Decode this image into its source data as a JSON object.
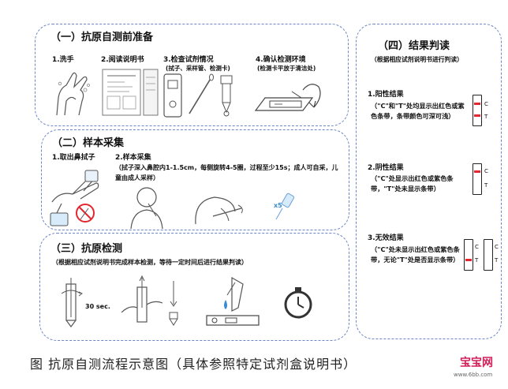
{
  "section1": {
    "title": "（一）抗原自测前准备",
    "steps": [
      {
        "label": "1.洗手",
        "sub": ""
      },
      {
        "label": "2.阅读说明书",
        "sub": ""
      },
      {
        "label": "3.检查试剂情况",
        "sub": "(拭子、采样管、检测卡)"
      },
      {
        "label": "4.确认检测环境",
        "sub": "(检测卡平放于清洁处)"
      }
    ]
  },
  "section2": {
    "title": "（二）样本采集",
    "step1": "1.取出鼻拭子",
    "step2": "2.样本采集",
    "note": "（拭子深入鼻腔内1-1.5cm，每侧旋转4-5圈，过程至少15s；成人可自采，儿童由成人采样）",
    "repeat": "x5"
  },
  "section3": {
    "title": "（三）抗原检测",
    "note": "（根据相应试剂说明书完成样本检测，等待一定时间后进行结果判读）",
    "time": "30 sec."
  },
  "section4": {
    "title": "（四）结果判读",
    "note": "（根据相应试剂说明书进行判读）",
    "results": [
      {
        "title": "1.阳性结果",
        "desc": "（\"C\"和\"T\"处均显示出红色或紫色条带，条带颜色可深可浅）"
      },
      {
        "title": "2.阴性结果",
        "desc": "（\"C\"处显示出红色或紫色条带，\"T\"处未显示条带）"
      },
      {
        "title": "3.无效结果",
        "desc": "（\"C\"处未显示出红色或紫色条带，无论\"T\"处是否显示条带）"
      }
    ],
    "c_label": "C",
    "t_label": "T"
  },
  "caption": "图 抗原自测流程示意图（具体参照特定试剂盒说明书）",
  "watermark": {
    "brand": "宝宝网",
    "url": "www.6bb.com"
  },
  "colors": {
    "border": "#6d86c7",
    "band": "#e5262e"
  }
}
